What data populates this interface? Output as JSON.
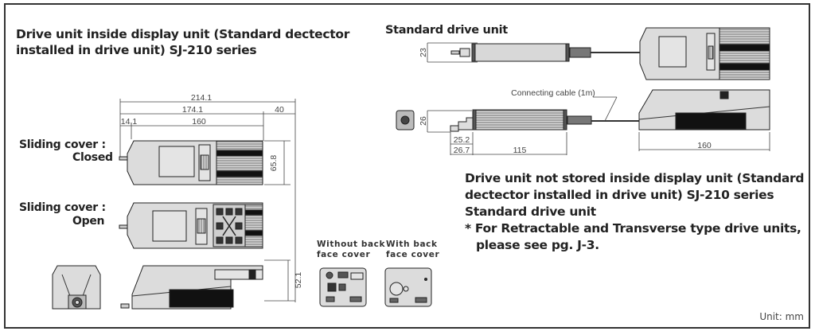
{
  "left_section": {
    "title_line1": "Drive unit inside display unit (Standard dectector",
    "title_line2": "installed in drive unit) SJ-210 series",
    "closed_label_line1": "Sliding cover :",
    "closed_label_line2": "Closed",
    "open_label_line1": "Sliding cover :",
    "open_label_line2": "Open",
    "dimensions": {
      "overall_length": "214.1",
      "body_length": "174.1",
      "offset_right": "40",
      "stylus_offset": "14.1",
      "unit_length": "160",
      "width": "65.8",
      "height": "52.1"
    },
    "back_views": {
      "without_cover_line1": "Without back",
      "without_cover_line2": "face cover",
      "with_cover_line1": "With back",
      "with_cover_line2": "face cover"
    }
  },
  "right_section": {
    "title": "Standard drive unit",
    "cable_label": "Connecting cable (1m)",
    "dimensions": {
      "top_height": "23",
      "side_height": "26",
      "stylus_a": "25.2",
      "stylus_b": "26.7",
      "drive_length": "115",
      "display_length": "160"
    },
    "description_line1": "Drive unit not stored inside display unit (Standard",
    "description_line2": "dectector installed in drive unit) SJ-210 series",
    "description_line3": "Standard drive unit",
    "note_line1": "* For Retractable and Transverse type drive units,",
    "note_line2": "please see pg. J-3."
  },
  "footer": {
    "unit_label": "Unit: mm"
  },
  "colors": {
    "frame": "#333333",
    "body_fill": "#dcdcdc",
    "dark": "#111111",
    "line": "#333333"
  }
}
